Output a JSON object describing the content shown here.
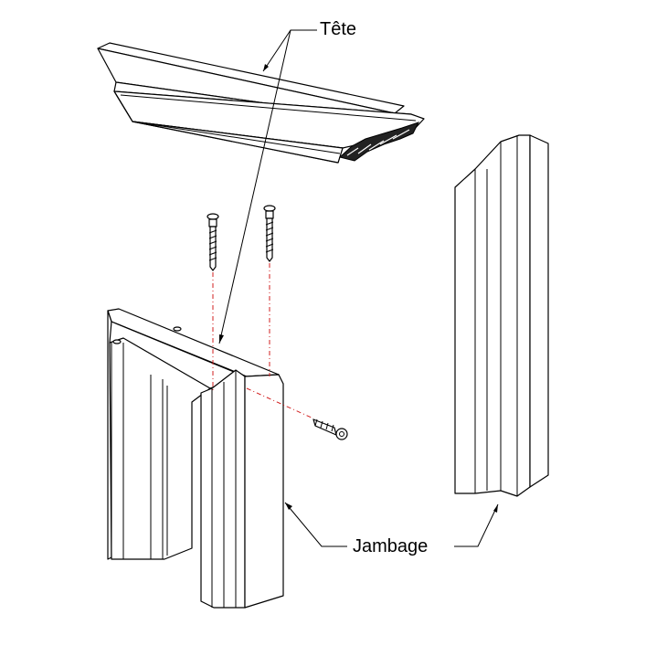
{
  "labels": {
    "head": "Tête",
    "jamb": "Jambage"
  },
  "colors": {
    "line": "#000000",
    "centerline": "#d21f1f",
    "background": "#ffffff"
  },
  "parts": [
    "head-molding",
    "left-jamb-assembly",
    "right-jamb",
    "screw-vertical-1",
    "screw-vertical-2",
    "screw-horizontal"
  ]
}
